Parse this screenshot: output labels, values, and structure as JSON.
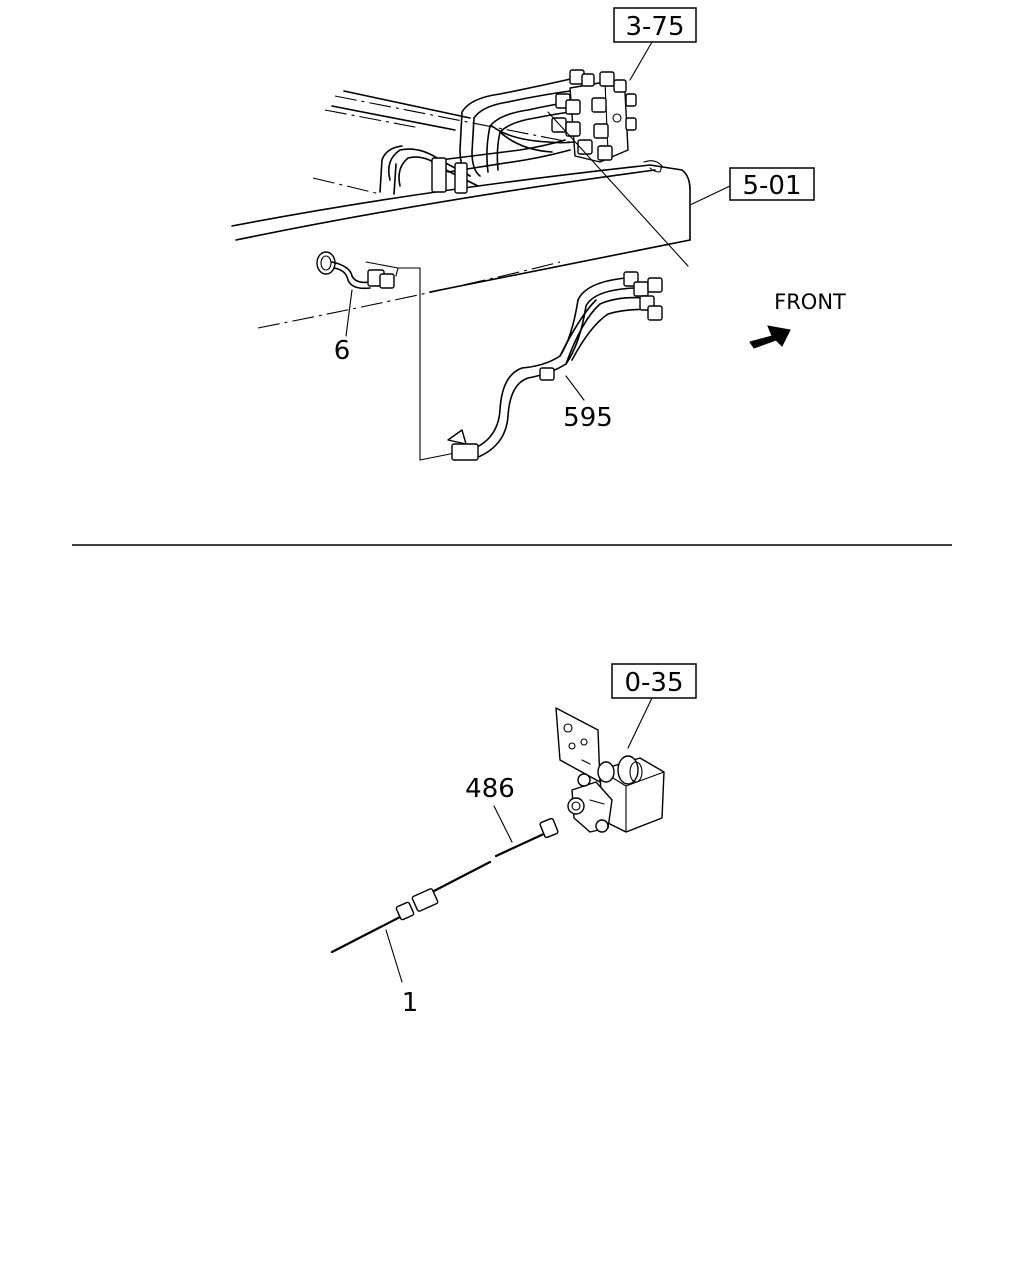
{
  "upper": {
    "ref_a": "3-75",
    "ref_b": "5-01",
    "callout_6": "6",
    "callout_595": "595",
    "front_label": "FRONT",
    "arrow_icon": "front-direction-arrow-icon"
  },
  "lower": {
    "ref_c": "0-35",
    "callout_486": "486",
    "callout_1": "1"
  }
}
